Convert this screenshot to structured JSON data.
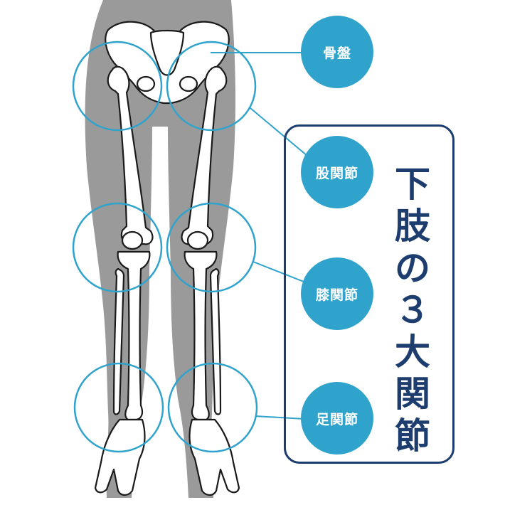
{
  "labels": {
    "pelvis": "骨盤",
    "hip_joint": "股関節",
    "knee_joint": "膝関節",
    "ankle_joint": "足関節"
  },
  "panel": {
    "title": "下肢の３大関節"
  },
  "colors": {
    "accent": "#2fa3cc",
    "panel_border": "#1c3d6e",
    "silhouette": "#9a9a9a",
    "bone_fill": "#ffffff",
    "bone_outline": "#1a1a1a"
  }
}
